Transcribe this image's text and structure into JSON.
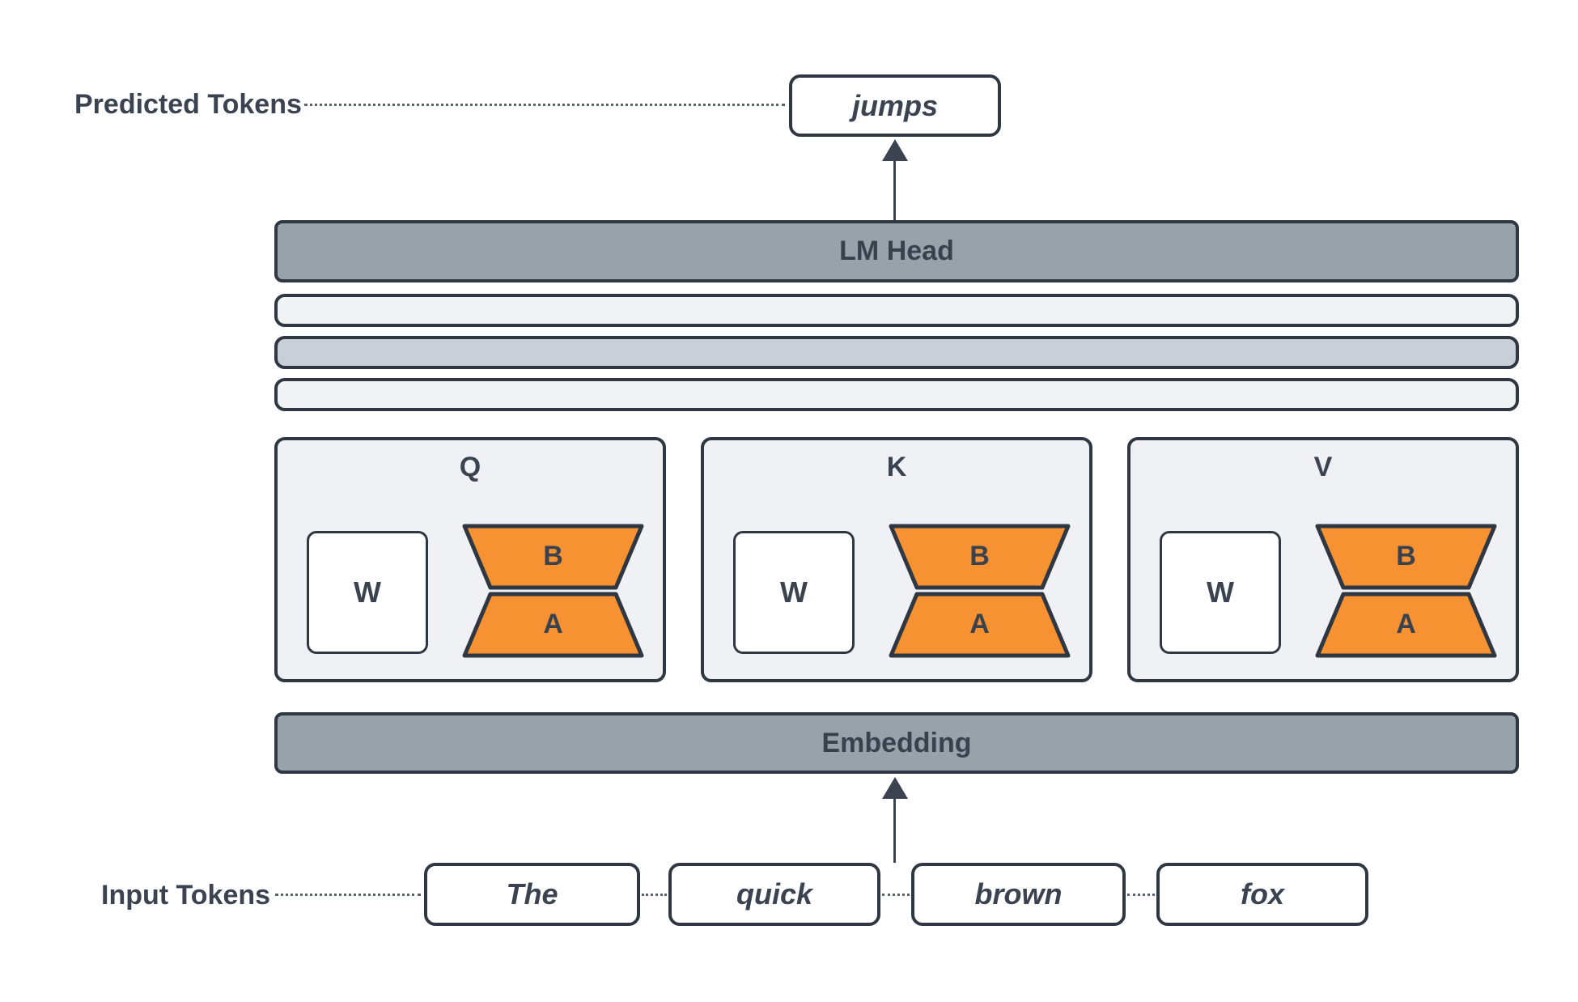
{
  "colors": {
    "outline": "#2f3842",
    "text": "#3a434f",
    "bar_gray": "#99a1ab",
    "panel_light": "#f0f1f4",
    "rail_light": "#f0f2f4",
    "rail_mid": "#c9cfd7",
    "lora_orange": "#f79233",
    "box_white": "#ffffff",
    "connector_dotted": "#59626c"
  },
  "predicted": {
    "label": "Predicted Tokens",
    "token": "jumps"
  },
  "model": {
    "lm_head_label": "LM Head",
    "embedding_label": "Embedding",
    "attention_blocks": [
      {
        "name": "Q",
        "weight": "W",
        "lora_b": "B",
        "lora_a": "A"
      },
      {
        "name": "K",
        "weight": "W",
        "lora_b": "B",
        "lora_a": "A"
      },
      {
        "name": "V",
        "weight": "W",
        "lora_b": "B",
        "lora_a": "A"
      }
    ]
  },
  "input": {
    "label": "Input Tokens",
    "tokens": [
      "The",
      "quick",
      "brown",
      "fox"
    ]
  }
}
